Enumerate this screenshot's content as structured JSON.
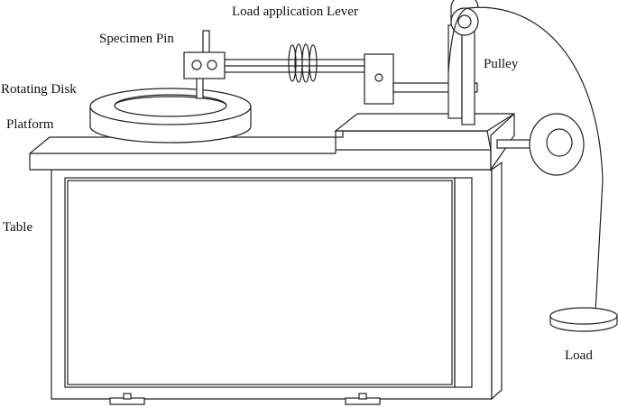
{
  "labels": {
    "load_lever": "Load application Lever",
    "specimen_pin": "Specimen Pin",
    "pulley": "Pulley",
    "rotating_disk": "Rotating Disk",
    "platform": "Platform",
    "table": "Table",
    "load": "Load"
  }
}
